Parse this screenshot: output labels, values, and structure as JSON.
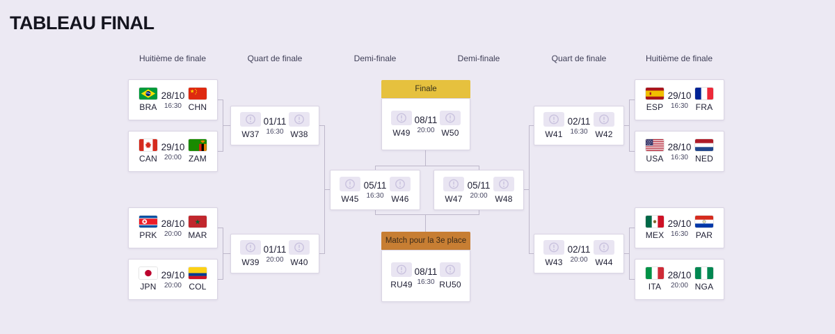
{
  "page": {
    "title": "TABLEAU FINAL"
  },
  "round_headers": [
    "Huitième de finale",
    "Quart de finale",
    "Demi-finale",
    "Demi-finale",
    "Quart de finale",
    "Huitième de finale"
  ],
  "labels": {
    "final": "Finale",
    "third_place": "Match pour la 3e place"
  },
  "colors": {
    "background": "#ece9f3",
    "card": "#ffffff",
    "connector": "#bdb7ca",
    "final_header": "#e6c13e",
    "final_header_text": "#35301c",
    "third_place_header": "#c77e33",
    "third_place_header_text": "#3a2a18"
  },
  "icons": {
    "tbd": "exclamation-circle-placeholder-icon"
  },
  "matches": {
    "r16_left": [
      {
        "home": "BRA",
        "away": "CHN",
        "date": "28/10",
        "time": "16:30"
      },
      {
        "home": "CAN",
        "away": "ZAM",
        "date": "29/10",
        "time": "20:00"
      },
      {
        "home": "PRK",
        "away": "MAR",
        "date": "28/10",
        "time": "20:00"
      },
      {
        "home": "JPN",
        "away": "COL",
        "date": "29/10",
        "time": "20:00"
      }
    ],
    "qf_left": [
      {
        "home": "W37",
        "away": "W38",
        "date": "01/11",
        "time": "16:30"
      },
      {
        "home": "W39",
        "away": "W40",
        "date": "01/11",
        "time": "20:00"
      }
    ],
    "semifinals": [
      {
        "home": "W45",
        "away": "W46",
        "date": "05/11",
        "time": "16:30"
      },
      {
        "home": "W47",
        "away": "W48",
        "date": "05/11",
        "time": "20:00"
      }
    ],
    "final": {
      "home": "W49",
      "away": "W50",
      "date": "08/11",
      "time": "20:00"
    },
    "third_place": {
      "home": "RU49",
      "away": "RU50",
      "date": "08/11",
      "time": "16:30"
    },
    "qf_right": [
      {
        "home": "W41",
        "away": "W42",
        "date": "02/11",
        "time": "16:30"
      },
      {
        "home": "W43",
        "away": "W44",
        "date": "02/11",
        "time": "20:00"
      }
    ],
    "r16_right": [
      {
        "home": "ESP",
        "away": "FRA",
        "date": "29/10",
        "time": "16:30"
      },
      {
        "home": "USA",
        "away": "NED",
        "date": "28/10",
        "time": "16:30"
      },
      {
        "home": "MEX",
        "away": "PAR",
        "date": "29/10",
        "time": "16:30"
      },
      {
        "home": "ITA",
        "away": "NGA",
        "date": "28/10",
        "time": "20:00"
      }
    ]
  }
}
